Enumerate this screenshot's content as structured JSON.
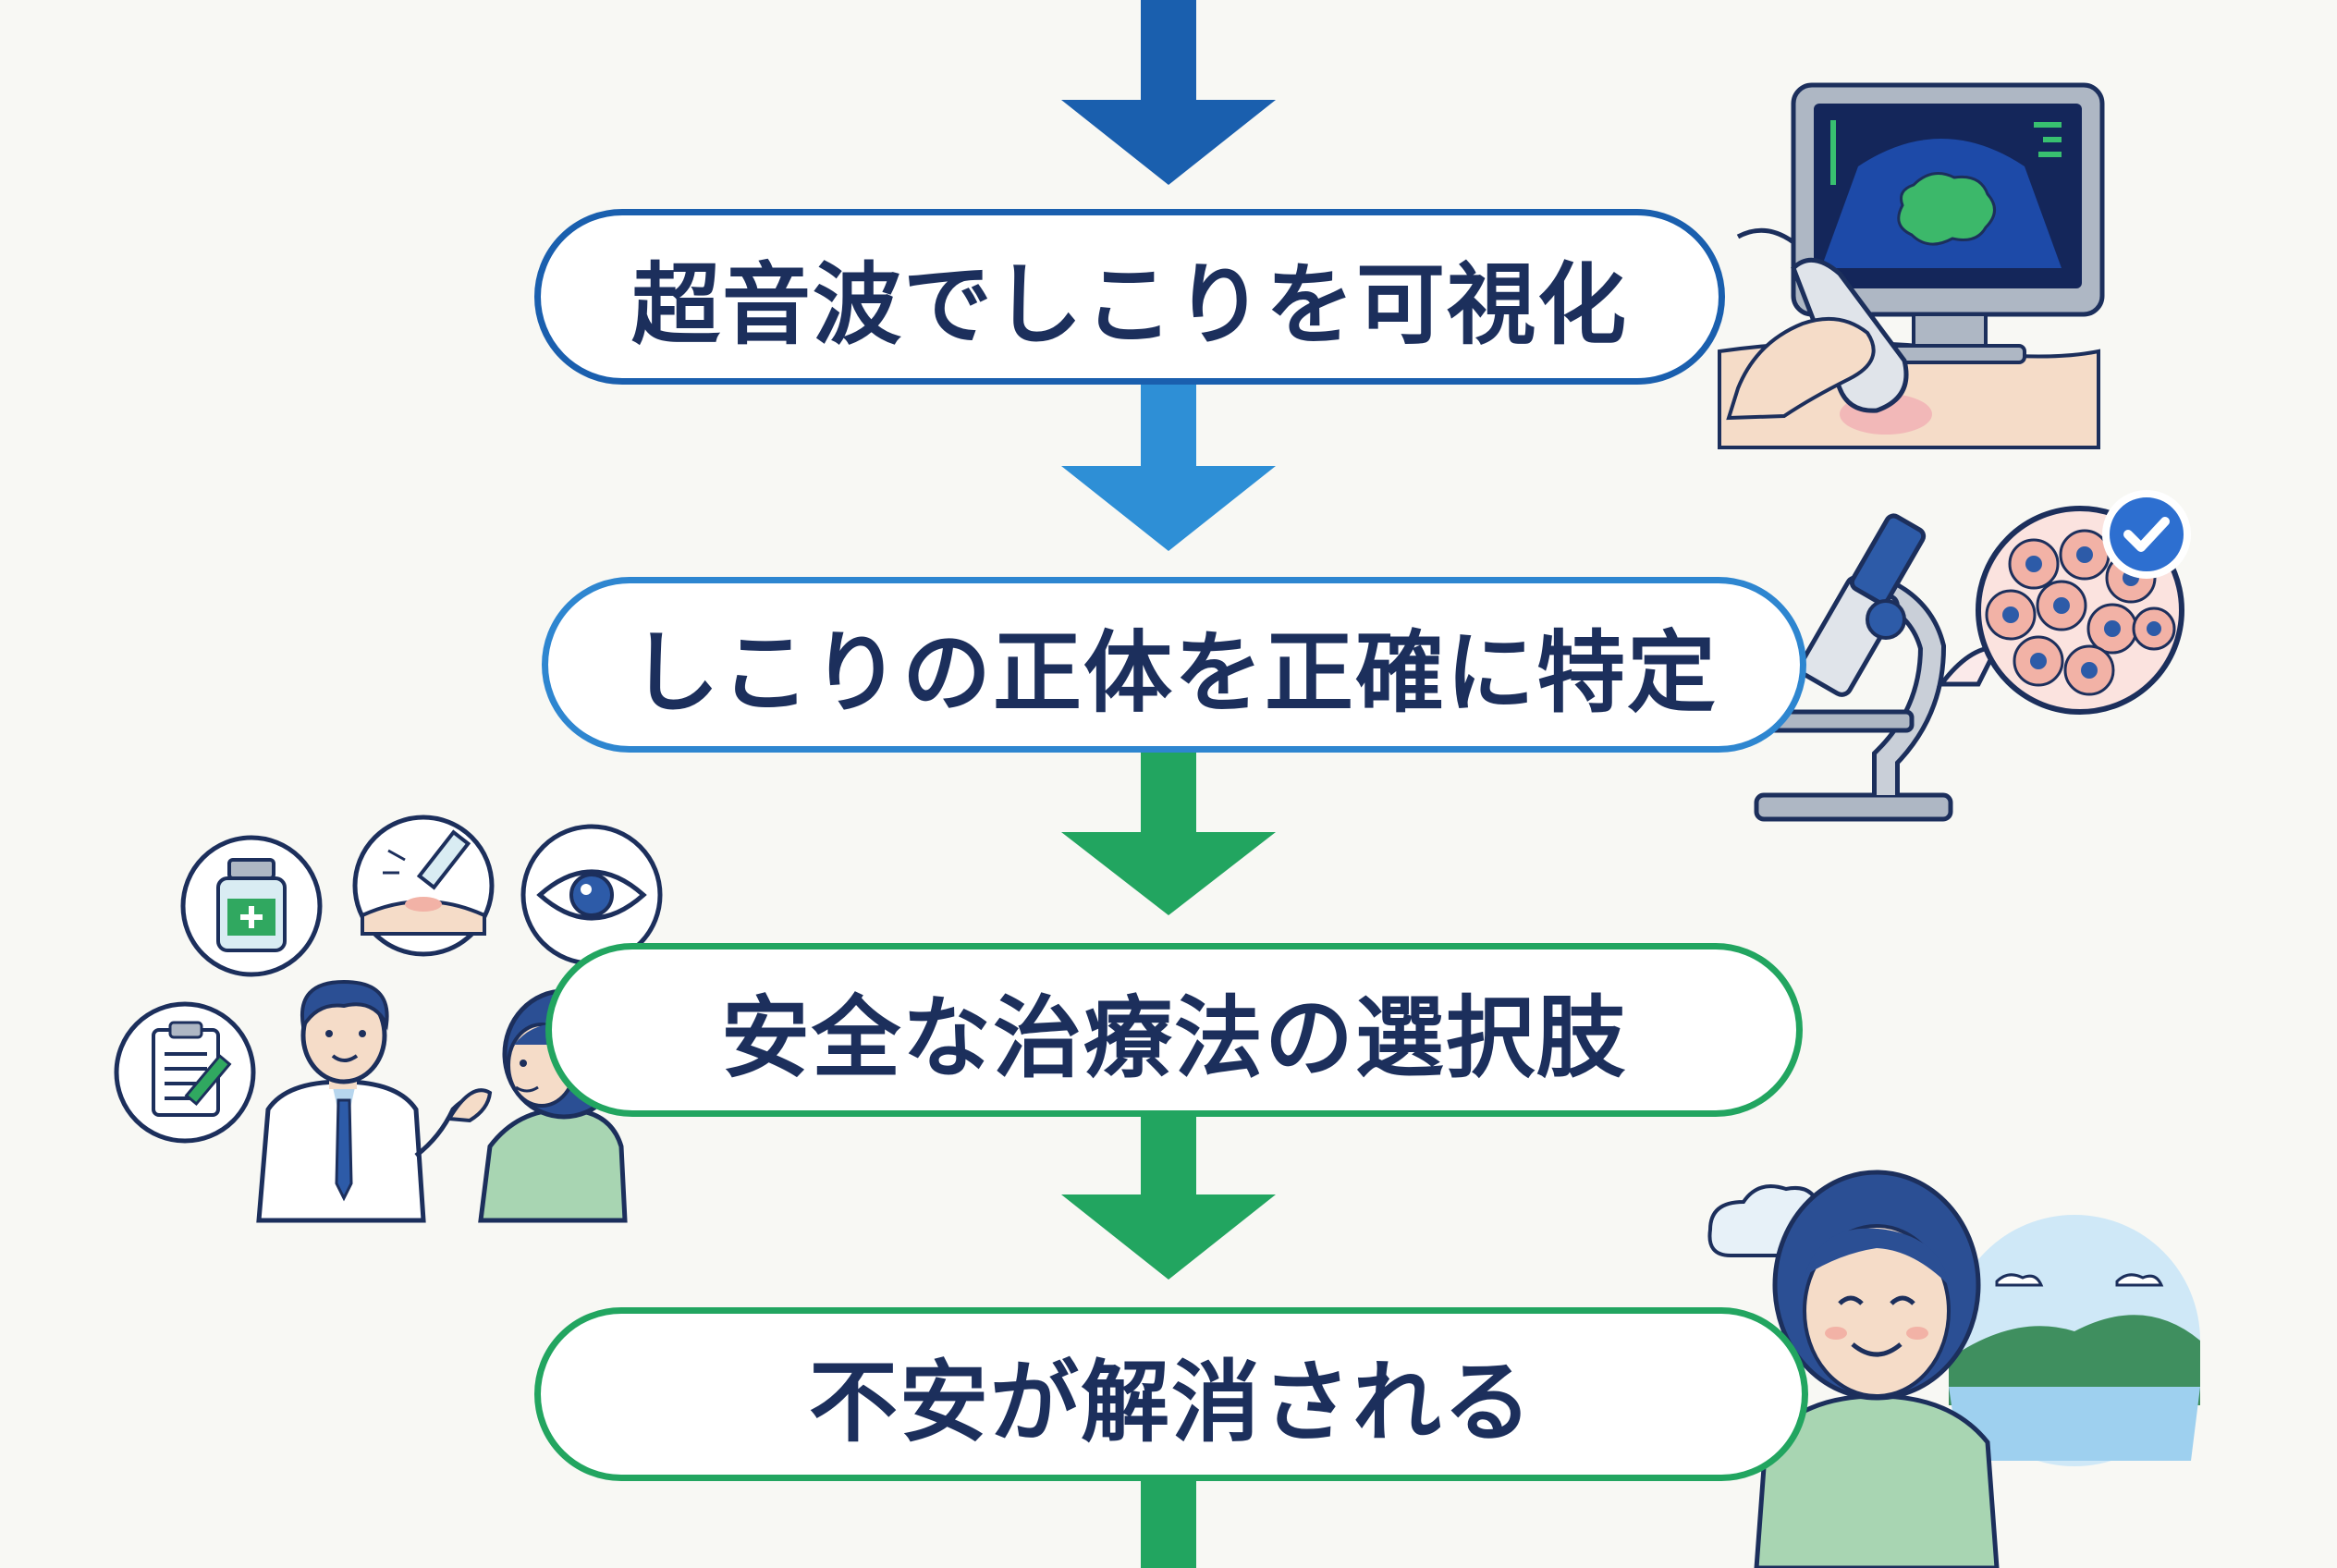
{
  "steps": [
    {
      "label": "超音波でしこりを可視化",
      "color": "#1a5fae"
    },
    {
      "label": "しこりの正体を正確に特定",
      "color": "#2e86d0"
    },
    {
      "label": "安全な治療法の選択肢",
      "color": "#22a560"
    },
    {
      "label": "不安が解消される",
      "color": "#22a560"
    }
  ],
  "colors": {
    "navy": "#1c2f5c",
    "arrow_blue_dark": "#1a5fae",
    "arrow_blue": "#2e8fd6",
    "arrow_green": "#22a560",
    "background": "#f8f8f4"
  },
  "illustrations": [
    {
      "icon": "ultrasound-monitor-icon"
    },
    {
      "icon": "microscope-icon"
    },
    {
      "icon": "medicine-bottle-icon"
    },
    {
      "icon": "injection-icon"
    },
    {
      "icon": "eye-icon"
    },
    {
      "icon": "clipboard-icon"
    },
    {
      "icon": "doctor-icon"
    },
    {
      "icon": "patient-icon"
    },
    {
      "icon": "relieved-woman-icon"
    }
  ]
}
